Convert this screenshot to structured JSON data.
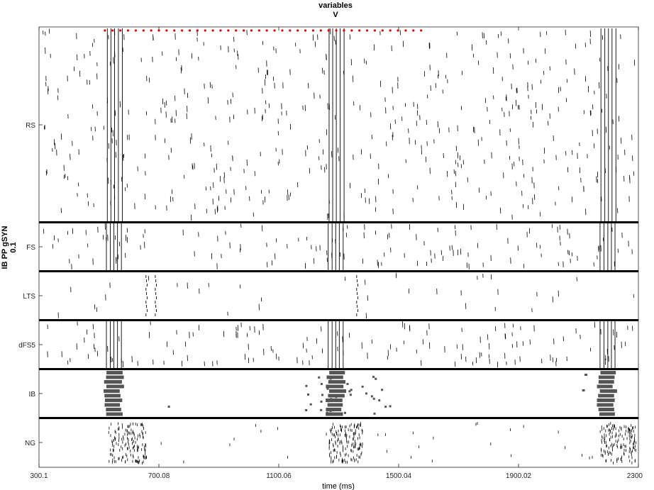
{
  "chart_data": {
    "type": "scatter",
    "subtype": "spike raster",
    "title_line1": "variables",
    "title_line2": "V",
    "xlabel": "time (ms)",
    "ylabel_line1": "IB PP gSYN",
    "ylabel_line2": "0.1",
    "xlim": [
      300.1,
      2300
    ],
    "x_ticks": [
      300.1,
      700.08,
      1100.06,
      1500.04,
      1900.02,
      2300
    ],
    "x_tick_labels": [
      "300.1",
      "700.08",
      "1100.06",
      "1500.04",
      "1900.02",
      "2300"
    ],
    "populations": [
      {
        "name": "RS",
        "rows": 40
      },
      {
        "name": "FS",
        "rows": 10
      },
      {
        "name": "LTS",
        "rows": 10
      },
      {
        "name": "dFS5",
        "rows": 10
      },
      {
        "name": "IB",
        "rows": 10
      },
      {
        "name": "NG",
        "rows": 10
      }
    ],
    "synchronous_volleys_ms": [
      {
        "population": "RS",
        "times": [
          528,
          540,
          552,
          565,
          578,
          1268,
          1280,
          1292,
          1305,
          1318,
          2175,
          2188,
          2200,
          2212,
          2225
        ]
      },
      {
        "population": "FS",
        "times": [
          525,
          538,
          550,
          562,
          575,
          1265,
          1278,
          1290,
          1302,
          1315,
          2172,
          2185,
          2198,
          2210,
          2222
        ]
      },
      {
        "population": "dFS5",
        "times": [
          525,
          538,
          550,
          562,
          575,
          1265,
          1278,
          1290,
          1302,
          1315,
          2172,
          2185,
          2198,
          2210,
          2222
        ]
      }
    ],
    "ib_bursts_ms": [
      [
        522,
        582
      ],
      [
        1262,
        1322
      ],
      [
        2168,
        2228
      ]
    ],
    "lts_synchronous_events_ms": [
      657,
      688,
      1360
    ],
    "red_marker_times_ms": [
      520,
      1575
    ],
    "red_marker_count": 42,
    "colors": {
      "spikes": "#000000",
      "bursts": "#555555",
      "markers": "#e00000",
      "separators": "#000000"
    }
  }
}
